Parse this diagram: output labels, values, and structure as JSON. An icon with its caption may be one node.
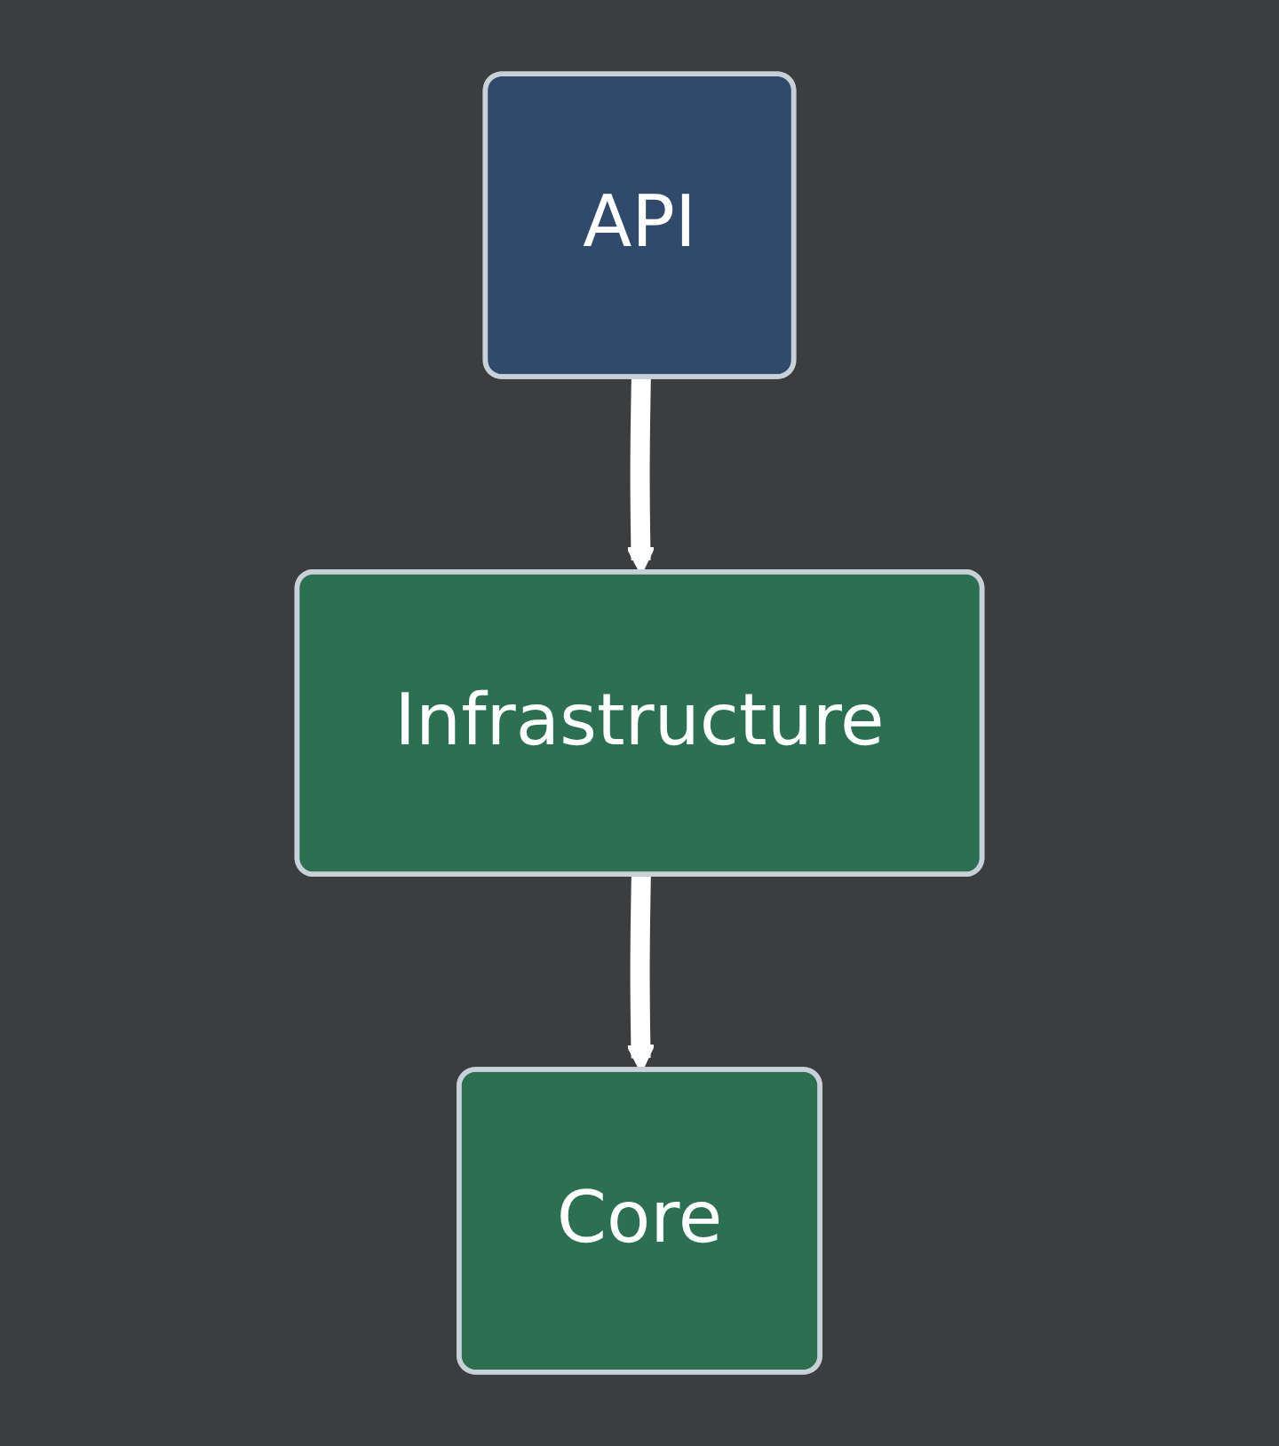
{
  "diagram": {
    "nodes": [
      {
        "text": [
          "API"
        ]
      },
      {
        "text": [
          "Infrastructure"
        ]
      },
      {
        "text": [
          "Core"
        ]
      }
    ],
    "edges": [
      {
        "from": 0,
        "to": 1,
        "arrow": "to"
      },
      {
        "from": 1,
        "to": 2,
        "arrow": "to"
      }
    ]
  }
}
